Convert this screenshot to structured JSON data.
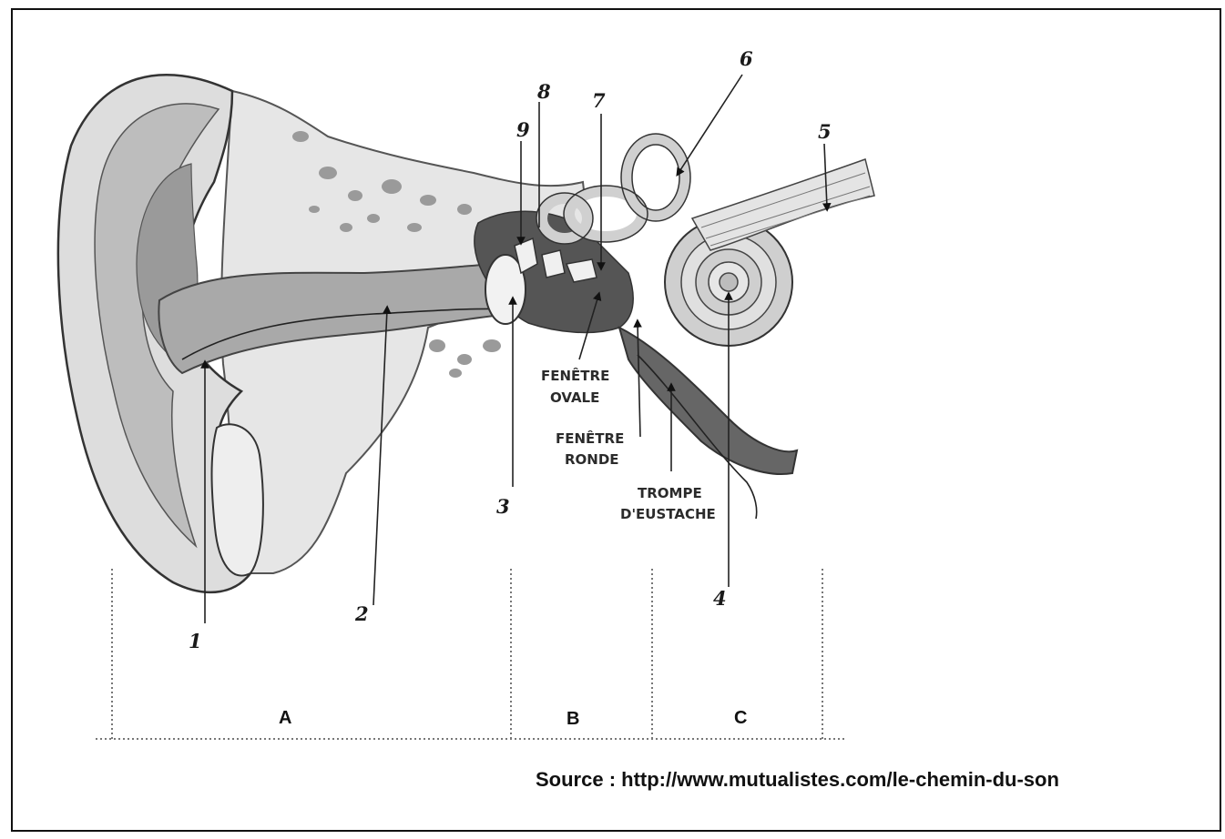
{
  "numbers": {
    "n1": "1",
    "n2": "2",
    "n3": "3",
    "n4": "4",
    "n5": "5",
    "n6": "6",
    "n7": "7",
    "n8": "8",
    "n9": "9"
  },
  "labels": {
    "fenetre_ovale_1": "FENÊTRE",
    "fenetre_ovale_2": "OVALE",
    "fenetre_ronde_1": "FENÊTRE",
    "fenetre_ronde_2": "RONDE",
    "trompe_1": "TROMPE",
    "trompe_2": "D'EUSTACHE"
  },
  "sections": {
    "a": "A",
    "b": "B",
    "c": "C"
  },
  "source": "Source : http://www.mutualistes.com/le-chemin-du-son"
}
